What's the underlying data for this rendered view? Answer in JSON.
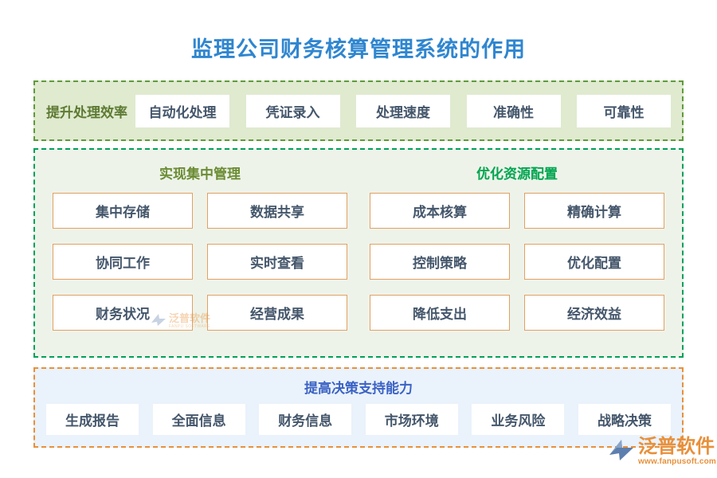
{
  "page": {
    "title": "监理公司财务核算管理系统的作用",
    "title_color": "#2f86d0"
  },
  "sections": {
    "efficiency": {
      "label": "提升处理效率",
      "label_color": "#5d7a33",
      "background": "#dfeacf",
      "border_color": "#5f9a3c",
      "items": [
        "自动化处理",
        "凭证录入",
        "处理速度",
        "准确性",
        "可靠性"
      ]
    },
    "central": {
      "background": "#eef3ea",
      "border_color": "#00a05a",
      "columns": [
        {
          "heading": "实现集中管理",
          "heading_color": "#6b8c33",
          "items": [
            "集中存储",
            "数据共享",
            "协同工作",
            "实时查看",
            "财务状况",
            "经营成果"
          ]
        },
        {
          "heading": "优化资源配置",
          "heading_color": "#00a550",
          "items": [
            "成本核算",
            "精确计算",
            "控制策略",
            "优化配置",
            "降低支出",
            "经济效益"
          ]
        }
      ]
    },
    "decision": {
      "heading": "提高决策支持能力",
      "heading_color": "#3a62c4",
      "background": "#eaf2fb",
      "border_color": "#e8903a",
      "items": [
        "生成报告",
        "全面信息",
        "财务信息",
        "市场环境",
        "业务风险",
        "战略决策"
      ]
    }
  },
  "watermark": {
    "name": "泛普软件",
    "subtitle": "FANPU SOFTWARE"
  },
  "logo": {
    "name": "泛普软件",
    "url": "www.fanpusoft.com",
    "color": "#e8903a"
  }
}
